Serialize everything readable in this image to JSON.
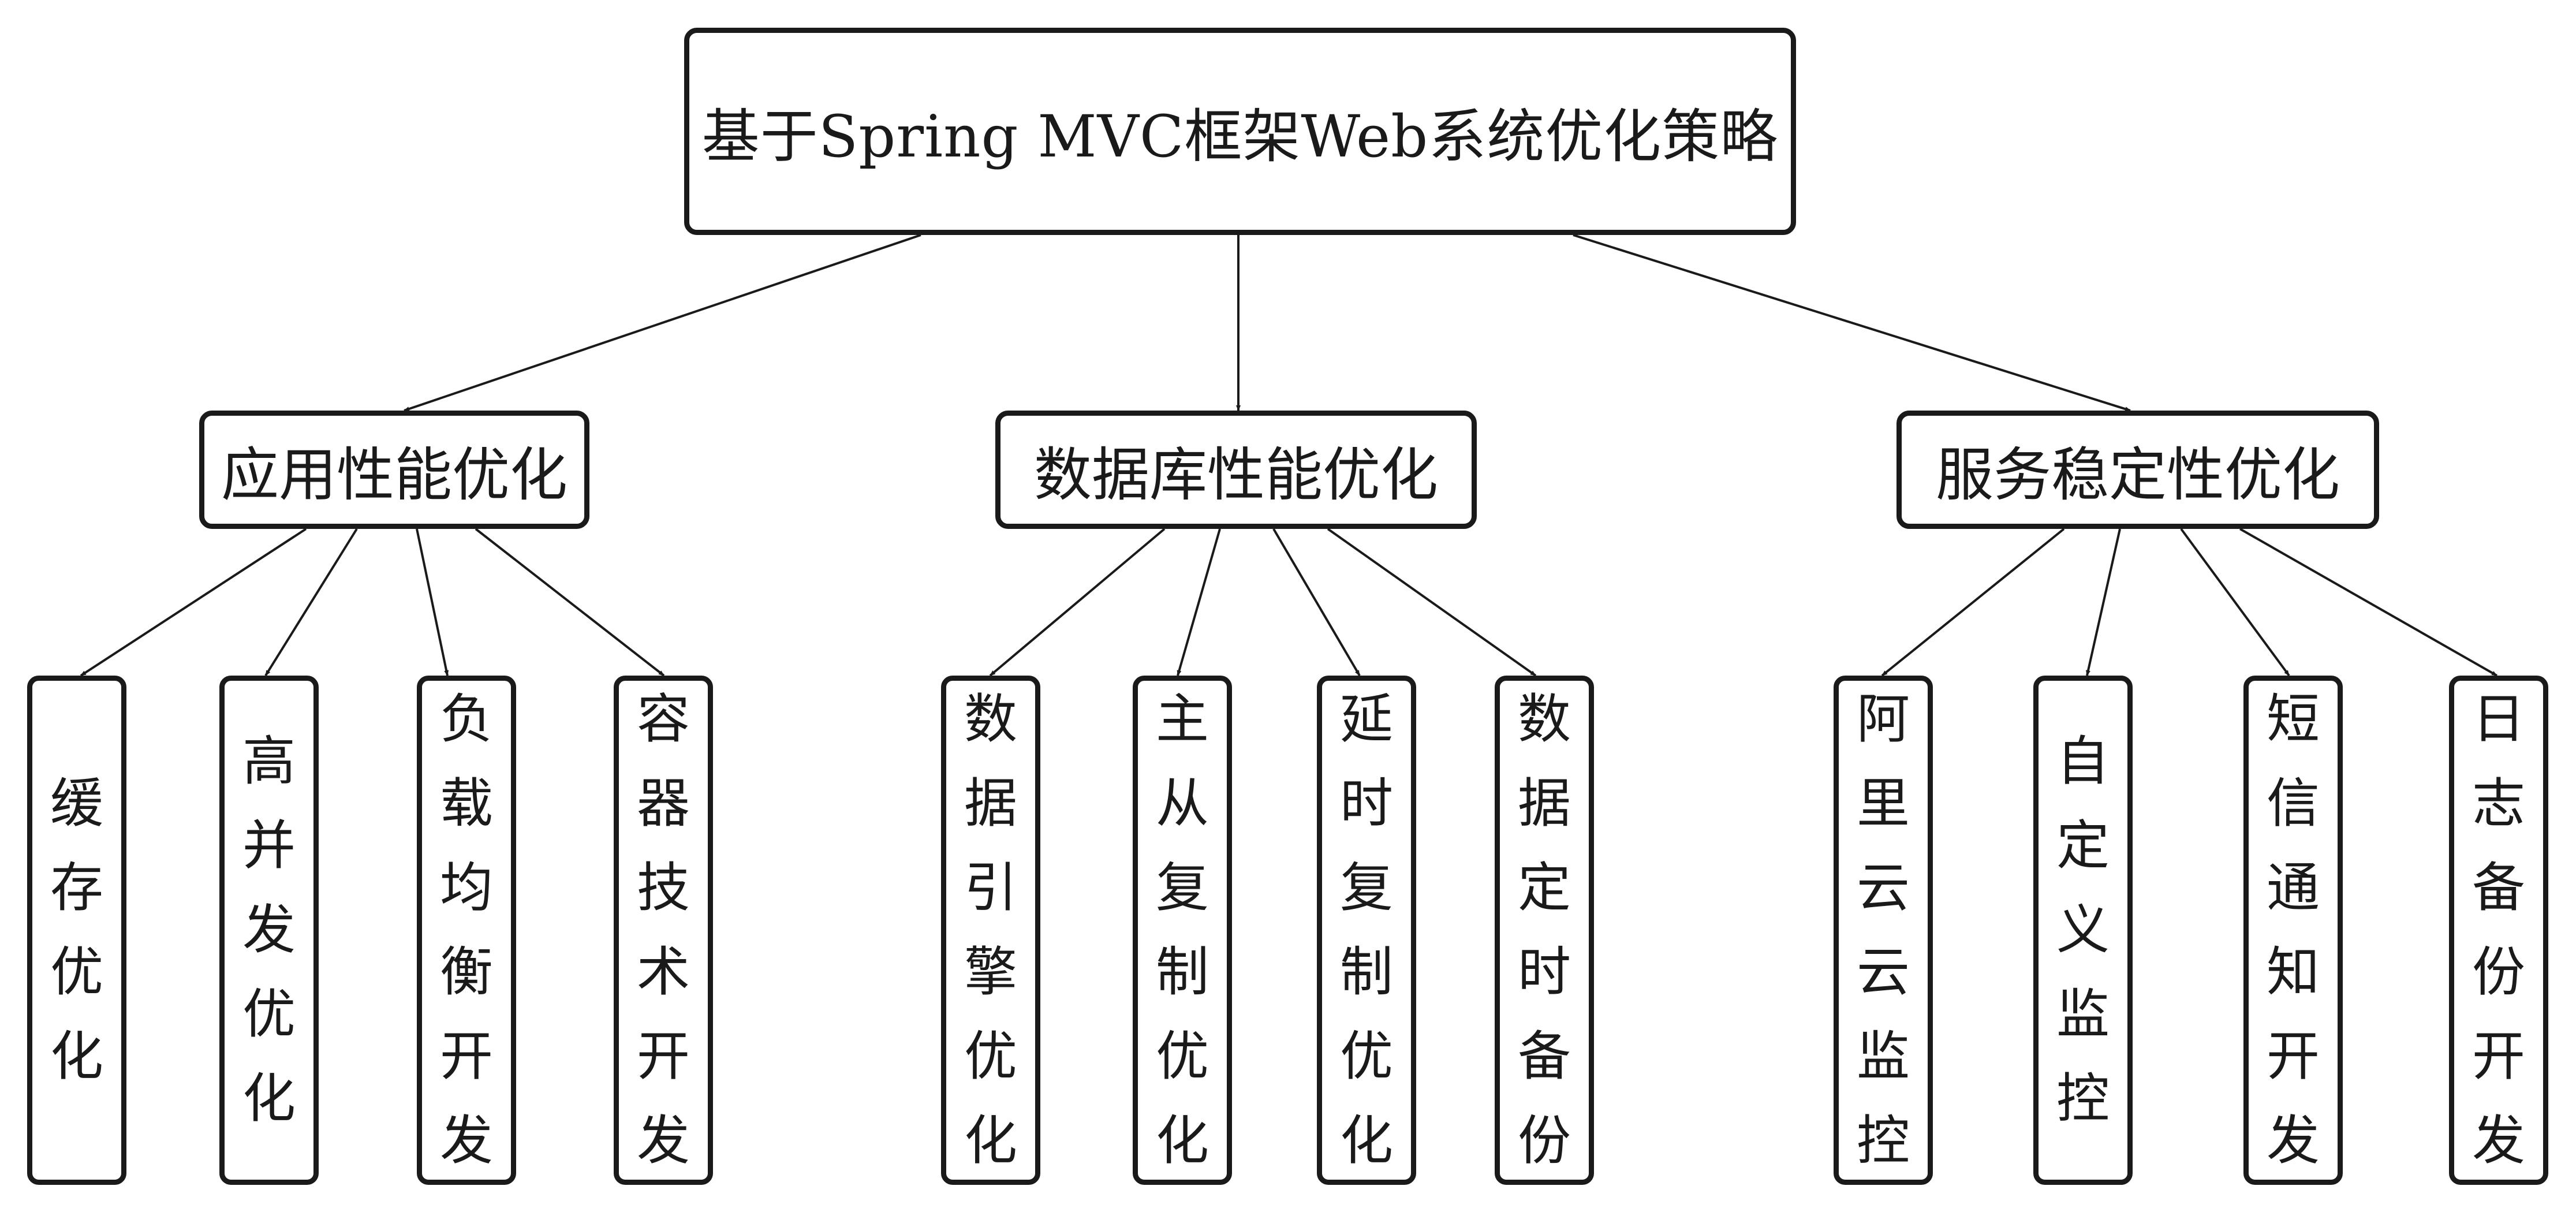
{
  "root": {
    "label": "基于Spring MVC框架Web系统优化策略"
  },
  "branches": [
    {
      "label": "应用性能优化",
      "children": [
        "缓存优化",
        "高并发优化",
        "负载均衡开发",
        "容器技术开发"
      ]
    },
    {
      "label": "数据库性能优化",
      "children": [
        "数据引擎优化",
        "主从复制优化",
        "延时复制优化",
        "数据定时备份"
      ]
    },
    {
      "label": "服务稳定性优化",
      "children": [
        "阿里云云监控",
        "自定义监控",
        "短信通知开发",
        "日志备份开发"
      ]
    }
  ],
  "colors": {
    "stroke": "#1a1a1a",
    "background": "#ffffff"
  }
}
